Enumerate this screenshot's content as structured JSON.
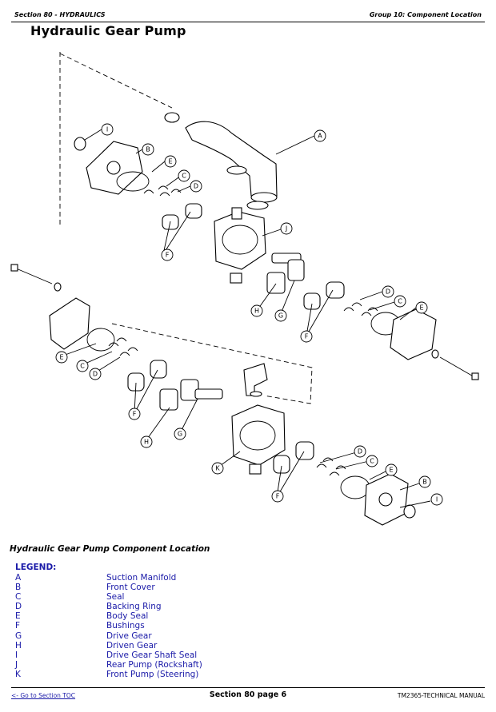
{
  "header": {
    "section": "Section 80 - HYDRAULICS",
    "group": "Group 10: Component Location"
  },
  "page_title": "Hydraulic Gear Pump",
  "diagram": {
    "callouts": [
      "A",
      "B",
      "C",
      "D",
      "E",
      "F",
      "G",
      "H",
      "I",
      "J",
      "K"
    ]
  },
  "caption": "Hydraulic Gear Pump Component Location",
  "legend": {
    "title": "LEGEND:",
    "items": [
      {
        "letter": "A",
        "label": "Suction Manifold"
      },
      {
        "letter": "B",
        "label": "Front Cover"
      },
      {
        "letter": "C",
        "label": "Seal"
      },
      {
        "letter": "D",
        "label": "Backing Ring"
      },
      {
        "letter": "E",
        "label": "Body Seal"
      },
      {
        "letter": "F",
        "label": "Bushings"
      },
      {
        "letter": "G",
        "label": "Drive Gear"
      },
      {
        "letter": "H",
        "label": "Driven Gear"
      },
      {
        "letter": "I",
        "label": "Drive Gear Shaft Seal"
      },
      {
        "letter": "J",
        "label": "Rear Pump (Rockshaft)"
      },
      {
        "letter": "K",
        "label": "Front Pump (Steering)"
      }
    ]
  },
  "footer": {
    "toc_link": "<- Go to Section TOC",
    "page": "Section 80 page 6",
    "manual": "TM2365-TECHNICAL MANUAL"
  }
}
